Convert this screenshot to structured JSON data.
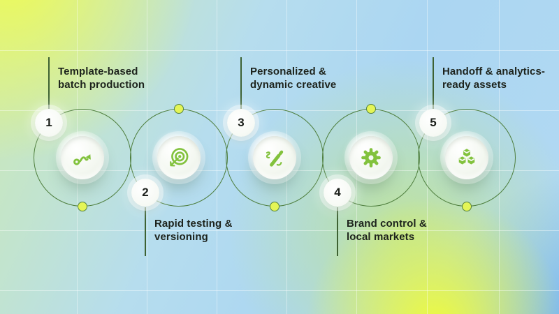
{
  "diagram": {
    "type": "process-infographic",
    "step_count": 5
  },
  "steps": [
    {
      "number": "1",
      "label_line1": "Template-based",
      "label_line2": "batch production",
      "icon": "flow-arrow-icon",
      "label_position": "above"
    },
    {
      "number": "2",
      "label_line1": "Rapid testing &",
      "label_line2": "versioning",
      "icon": "target-icon",
      "label_position": "below"
    },
    {
      "number": "3",
      "label_line1": "Personalized &",
      "label_line2": "dynamic creative",
      "icon": "magic-pen-icon",
      "label_position": "above"
    },
    {
      "number": "4",
      "label_line1": "Brand control &",
      "label_line2": "local markets",
      "icon": "gear-icon",
      "label_position": "below"
    },
    {
      "number": "5",
      "label_line1": "Handoff & analytics-",
      "label_line2": "ready assets",
      "icon": "cubes-icon",
      "label_position": "above"
    }
  ],
  "colors": {
    "icon_green": "#82c23d",
    "ring_green": "#4e7e3d",
    "connector_green": "#3d6132",
    "dot_fill": "#e4f556",
    "dot_border": "#55833f",
    "label_text": "#1d231c",
    "badge_background": "#ffffff",
    "bg_lime": "#edfa58",
    "bg_yellow": "#eefa3d",
    "bg_light_blue": "#abd6f2",
    "bg_blue": "#62a8f0",
    "bg_green_tint": "#c6e87a"
  }
}
